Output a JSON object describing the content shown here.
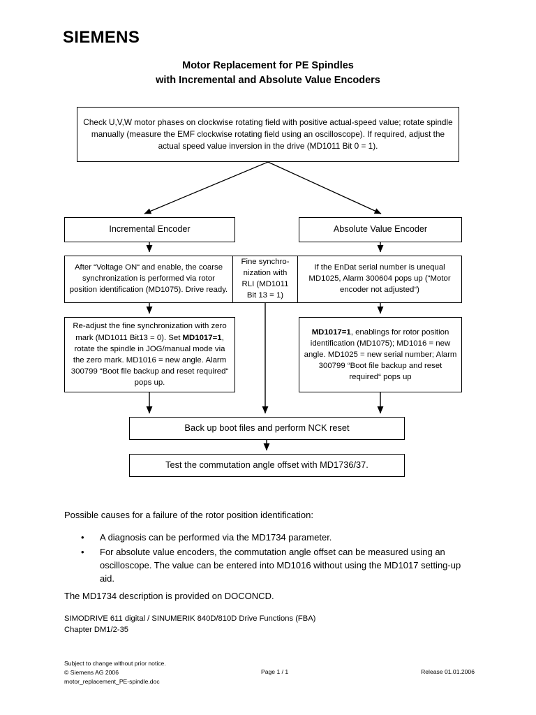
{
  "header": {
    "brand": "SIEMENS",
    "title_line1": "Motor Replacement for PE Spindles",
    "title_line2": "with Incremental and Absolute Value Encoders"
  },
  "flowchart": {
    "check_box": "Check U,V,W motor phases on clockwise rotating field with positive actual-speed value; rotate spindle manually (measure the EMF clockwise rotating field using an oscilloscope). If required, adjust the actual speed value inversion in the drive (MD1011 Bit 0 = 1).",
    "incremental_encoder": "Incremental Encoder",
    "absolute_value_encoder": "Absolute Value Encoder",
    "coarse_sync": "After “Voltage ON“ and enable, the coarse synchronization is performed via rotor position identification (MD1075). Drive ready.",
    "fine_sync": "Fine synchro-nization with RLI (MD1011 Bit 13 = 1)",
    "fine_sync_lines": [
      "Fine synchro-",
      "nization with",
      "RLI (MD1011",
      "Bit 13 = 1)"
    ],
    "endat_serial": "If the EnDat serial number is unequal MD1025, Alarm 300604 pops up (“Motor encoder not adjusted“)",
    "readjust_part1": "Re-adjust the fine synchronization with zero mark (MD1011 Bit13 = 0). Set ",
    "readjust_bold": "MD1017=1",
    "readjust_part2": ", rotate the spindle in JOG/manual mode via the zero mark. MD1016 = new angle. Alarm 300799 “Boot file backup and reset required“ pops up.",
    "md1017_bold": "MD1017=1",
    "md1017_rest": ", enablings for rotor position identification (MD1075); MD1016 = new angle. MD1025 = new serial number; Alarm 300799 “Boot file backup and reset required“ pops up",
    "backup": "Back up boot files and perform NCK reset",
    "test": "Test the commutation angle offset with MD1736/37."
  },
  "body": {
    "intro": "Possible causes for a failure of the rotor position identification:",
    "bullet_marker": "•",
    "bullets": [
      "A diagnosis can be performed via the MD1734 parameter.",
      "For absolute value encoders, the commutation angle offset can be measured using an oscilloscope. The value can be entered into MD1016 without using the MD1017 setting-up aid."
    ],
    "doconcd": "The MD1734 description is provided on DOCONCD.",
    "reference_line1": "SIMODRIVE 611 digital / SINUMERIK 840D/810D Drive Functions (FBA)",
    "reference_line2": "Chapter DM1/2-35"
  },
  "footer": {
    "notice": "Subject to change without prior notice.",
    "copyright": "© Siemens AG 2006",
    "filename": "motor_replacement_PE-spindle.doc",
    "page": "Page 1 / 1",
    "release": "Release 01.01.2006"
  },
  "colors": {
    "ink": "#000000",
    "paper": "#ffffff"
  }
}
